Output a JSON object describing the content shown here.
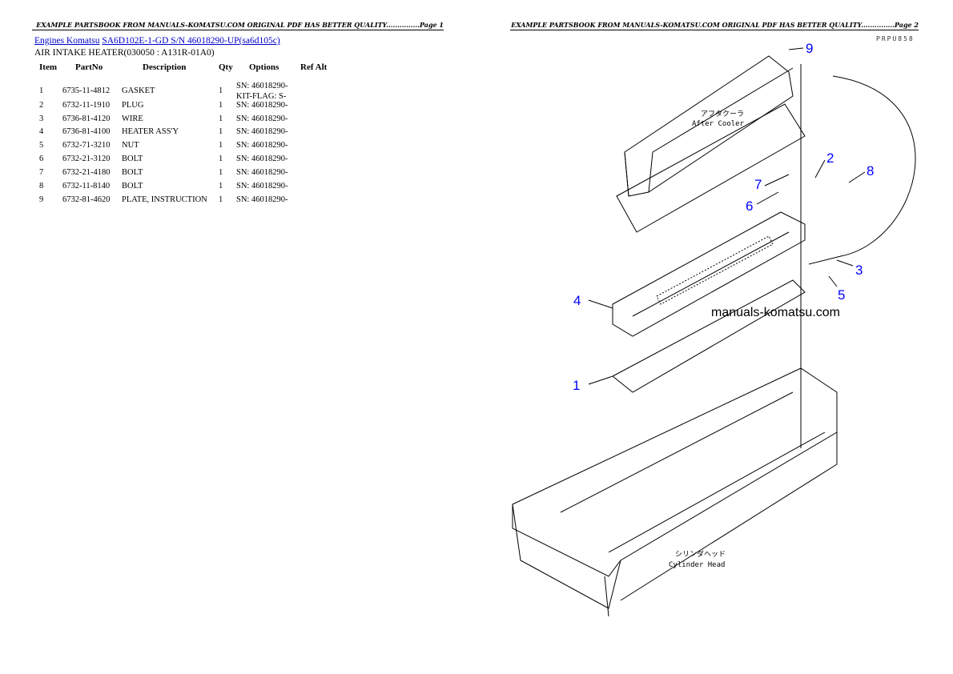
{
  "page1_header": "EXAMPLE PARTSBOOK FROM MANUALS-KOMATSU.COM ORIGINAL PDF HAS BETTER QUALITY...............Page 1",
  "page2_header": "EXAMPLE PARTSBOOK FROM MANUALS-KOMATSU.COM ORIGINAL PDF HAS BETTER QUALITY...............Page 2",
  "breadcrumb": {
    "link1": "Engines Komatsu",
    "link2": "SA6D102E-1-GD S/N 46018290-UP(sa6d105c)"
  },
  "section_title": "AIR INTAKE HEATER(030050 : A131R-01A0)",
  "table": {
    "headers": [
      "Item",
      "PartNo",
      "Description",
      "Qty",
      "Options",
      "Ref Alt"
    ],
    "rows": [
      {
        "item": "1",
        "partno": "6735-11-4812",
        "desc": "GASKET",
        "qty": "1",
        "options": "SN: 46018290-",
        "options2": "KIT-FLAG: S-"
      },
      {
        "item": "2",
        "partno": "6732-11-1910",
        "desc": "PLUG",
        "qty": "1",
        "options": "SN: 46018290-"
      },
      {
        "item": "3",
        "partno": "6736-81-4120",
        "desc": "WIRE",
        "qty": "1",
        "options": "SN: 46018290-"
      },
      {
        "item": "4",
        "partno": "6736-81-4100",
        "desc": "HEATER ASS'Y",
        "qty": "1",
        "options": "SN: 46018290-"
      },
      {
        "item": "5",
        "partno": "6732-71-3210",
        "desc": "NUT",
        "qty": "1",
        "options": "SN: 46018290-"
      },
      {
        "item": "6",
        "partno": "6732-21-3120",
        "desc": "BOLT",
        "qty": "1",
        "options": "SN: 46018290-"
      },
      {
        "item": "7",
        "partno": "6732-21-4180",
        "desc": "BOLT",
        "qty": "1",
        "options": "SN: 46018290-"
      },
      {
        "item": "8",
        "partno": "6732-11-8140",
        "desc": "BOLT",
        "qty": "1",
        "options": "SN: 46018290-"
      },
      {
        "item": "9",
        "partno": "6732-81-4620",
        "desc": "PLATE, INSTRUCTION",
        "qty": "1",
        "options": "SN: 46018290-"
      }
    ]
  },
  "diagram": {
    "code": "PRPU858",
    "watermark": "manuals-komatsu.com",
    "label_aftercooler_jp": "アフタクーラ",
    "label_aftercooler": "After Cooler",
    "label_cylhead_jp": "シリンダヘッド",
    "label_cylhead": "Cylinder Head",
    "callouts": [
      "9",
      "2",
      "8",
      "7",
      "6",
      "3",
      "4",
      "5",
      "1"
    ],
    "callout_color": "#0000ff"
  }
}
